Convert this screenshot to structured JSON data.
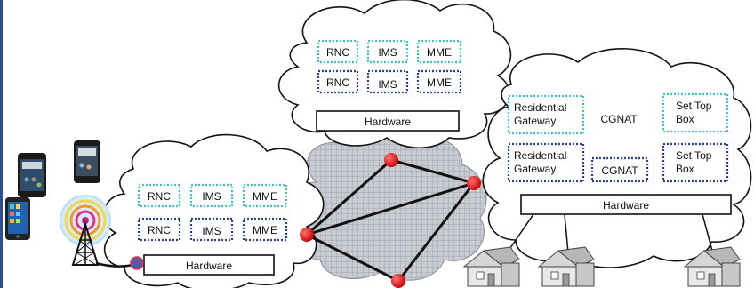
{
  "clouds": {
    "top": {
      "boxes": [
        {
          "label": "RNC",
          "style": "teal"
        },
        {
          "label": "IMS",
          "style": "teal"
        },
        {
          "label": "MME",
          "style": "teal"
        },
        {
          "label": "RNC",
          "style": "blue"
        },
        {
          "label": "IMS",
          "style": "blue"
        },
        {
          "label": "MME",
          "style": "blue"
        }
      ],
      "hardware_label": "Hardware"
    },
    "left": {
      "boxes": [
        {
          "label": "RNC",
          "style": "teal"
        },
        {
          "label": "IMS",
          "style": "teal"
        },
        {
          "label": "MME",
          "style": "teal"
        },
        {
          "label": "RNC",
          "style": "blue"
        },
        {
          "label": "IMS",
          "style": "blue"
        },
        {
          "label": "MME",
          "style": "blue"
        }
      ],
      "hardware_label": "Hardware"
    },
    "right": {
      "boxes": [
        {
          "label": "Residential\nGateway",
          "style": "teal"
        },
        {
          "label": "CGNAT",
          "style": "plain"
        },
        {
          "label": "Set Top\nBox",
          "style": "teal"
        },
        {
          "label": "Residential\nGateway",
          "style": "blue"
        },
        {
          "label": "CGNAT",
          "style": "blue"
        },
        {
          "label": "Set Top\nBox",
          "style": "blue"
        }
      ],
      "hardware_label": "Hardware"
    }
  },
  "colors": {
    "teal_border": "#40c0c0",
    "blue_border": "#2a3f8f",
    "node_red": "#e01010",
    "line": "#111111",
    "core_cloud_fill": "#c9cbd2",
    "left_border": "#2e4f8f"
  },
  "icons": [
    "phone-icon",
    "tablet-icon",
    "antenna-tower-icon",
    "house-icon"
  ]
}
